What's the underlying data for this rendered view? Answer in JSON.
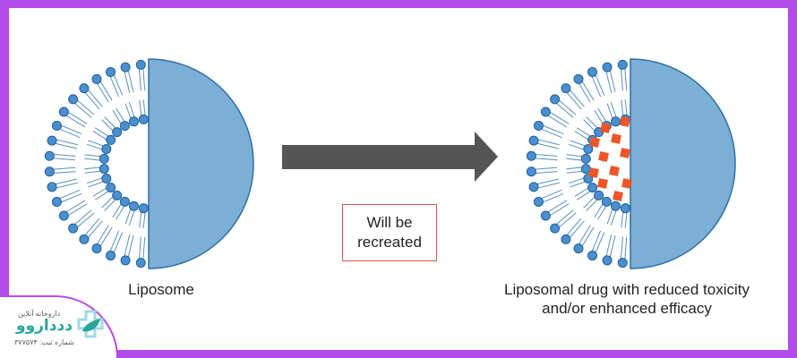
{
  "labels": {
    "left": "Liposome",
    "right_line1": "Liposomal drug with reduced toxicity",
    "right_line2": "and/or enhanced efficacy"
  },
  "note": {
    "line1": "Will be",
    "line2": "recreated"
  },
  "logo": {
    "tagline": "داروخانه آنلاین",
    "name": "ددداروو",
    "registration": "شماره ثبت: ۳۷۷۵۷۴"
  },
  "colors": {
    "background_border": "#b44be8",
    "half_disc_fill": "#7bafd6",
    "half_disc_stroke": "#2f6fa8",
    "head_fill": "#4a8fcf",
    "head_stroke": "#1f5f99",
    "tail_stroke": "#5a8fc0",
    "arrow": "#555555",
    "drug": "#ef5526",
    "note_border": "#d9534f",
    "logo_accent": "#2aa59a"
  }
}
